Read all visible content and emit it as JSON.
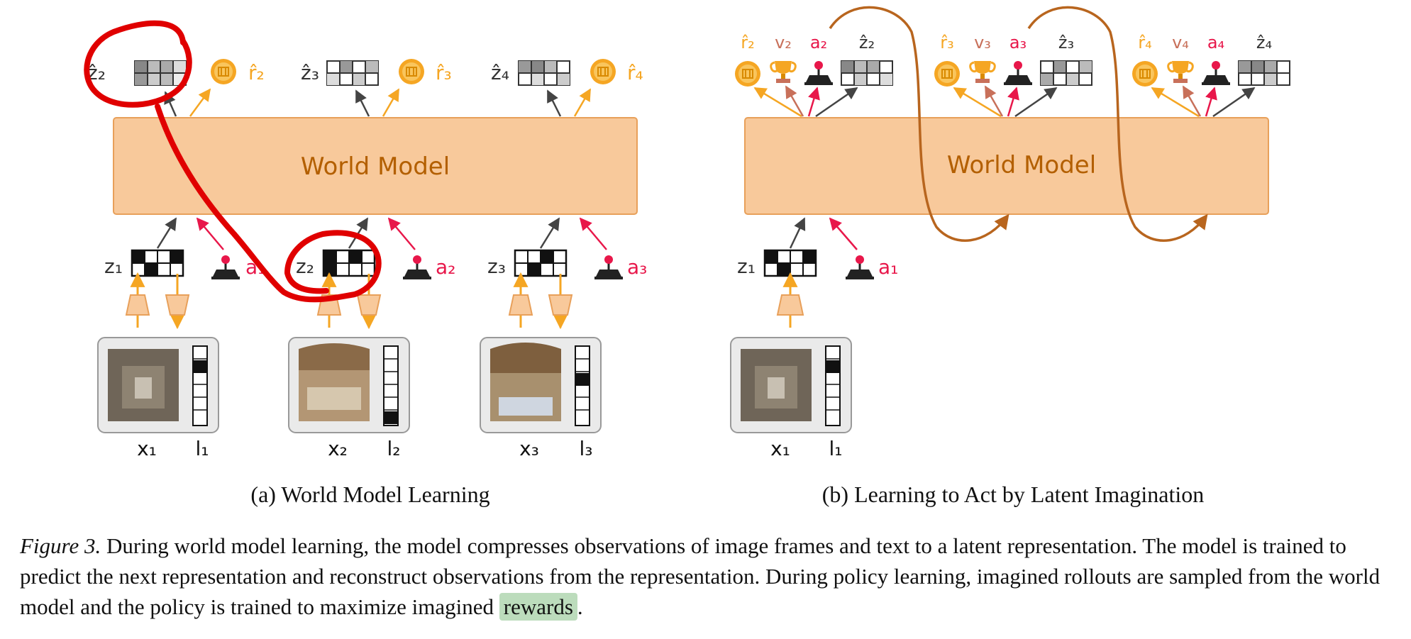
{
  "panel_a": {
    "box_label": "World Model",
    "caption": "(a) World Model Learning",
    "top": [
      {
        "latent": "ẑ₂",
        "reward": "r̂₂"
      },
      {
        "latent": "ẑ₃",
        "reward": "r̂₃"
      },
      {
        "latent": "ẑ₄",
        "reward": "r̂₄"
      }
    ],
    "bottom": [
      {
        "latent": "z₁",
        "action": "a₁",
        "image": "x₁",
        "text": "l₁"
      },
      {
        "latent": "z₂",
        "action": "a₂",
        "image": "x₂",
        "text": "l₂"
      },
      {
        "latent": "z₃",
        "action": "a₃",
        "image": "x₃",
        "text": "l₃"
      }
    ]
  },
  "panel_b": {
    "box_label": "World Model",
    "caption": "(b) Learning to Act by Latent Imagination",
    "top": [
      {
        "reward": "r̂₂",
        "value": "v₂",
        "action": "a₂",
        "latent": "ẑ₂"
      },
      {
        "reward": "r̂₃",
        "value": "v₃",
        "action": "a₃",
        "latent": "ẑ₃"
      },
      {
        "reward": "r̂₄",
        "value": "v₄",
        "action": "a₄",
        "latent": "ẑ₄"
      }
    ],
    "bottom": {
      "latent": "z₁",
      "action": "a₁",
      "image": "x₁",
      "text": "l₁"
    }
  },
  "figure_caption": {
    "label": "Figure 3.",
    "text_before_highlight": " During world model learning, the model compresses observations of image frames and text to a latent representation. The model is trained to predict the next representation and reconstruct observations from the representation. During policy learning, imagined rollouts are sampled from the world model and the policy is trained to maximize imagined ",
    "highlight": "rewards",
    "text_after_highlight": "."
  },
  "colors": {
    "box_fill": "#f8c99b",
    "box_stroke": "#e8a05a",
    "box_text": "#b35f00",
    "reward": "#f5a623",
    "action": "#e8174a",
    "value": "#c8705a",
    "latent_arrow": "#444444",
    "imagination_arrow": "#b8651e",
    "annotation": "#e00000",
    "highlight": "#bcdcbc"
  },
  "icons": [
    "coin-icon",
    "trophy-icon",
    "joystick-icon",
    "latent-grid-icon",
    "encoder-decoder-icon",
    "observation-frame-icon"
  ]
}
